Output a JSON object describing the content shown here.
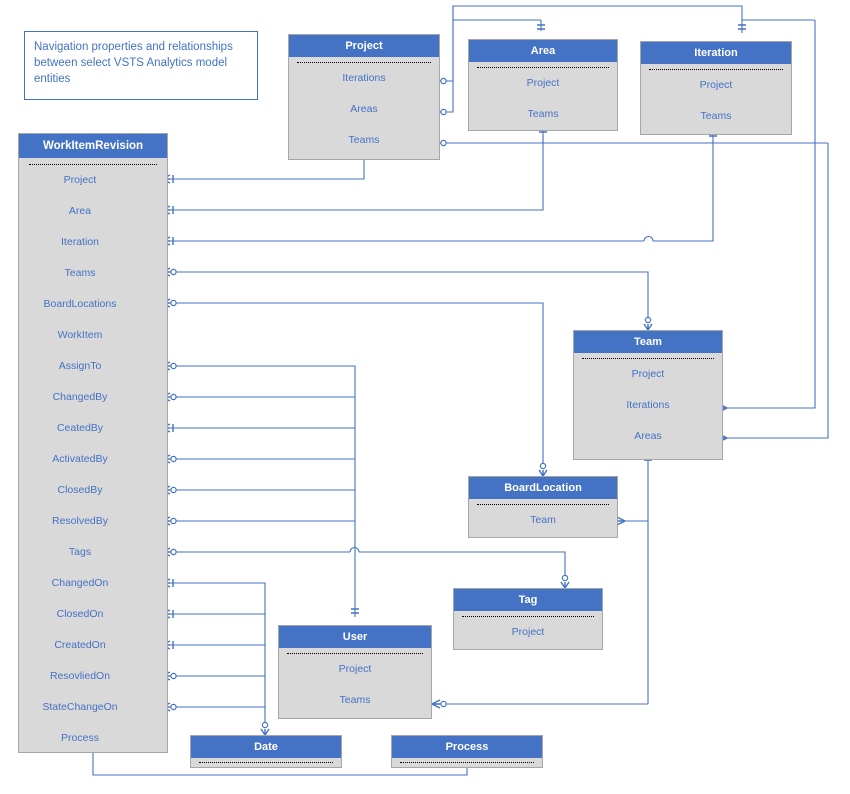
{
  "diagram": {
    "title_note": "Navigation properties and relationships between select VSTS Analytics model entities",
    "colors": {
      "header_fill": "#4472c4",
      "body_fill": "#d9d9d9",
      "text": "#4472c4",
      "border": "#a6a6a6",
      "connector": "#4472c4",
      "note_border": "#4472c4"
    }
  },
  "entities": {
    "work_item_revision": {
      "name": "WorkItemRevision",
      "fields": [
        "Project",
        "Area",
        "Iteration",
        "Teams",
        "BoardLocations",
        "WorkItem",
        "AssignTo",
        "ChangedBy",
        "CeatedBy",
        "ActivatedBy",
        "ClosedBy",
        "ResolvedBy",
        "Tags",
        "ChangedOn",
        "ClosedOn",
        "CreatedOn",
        "ResovliedOn",
        "StateChangeOn",
        "Process"
      ]
    },
    "project": {
      "name": "Project",
      "fields": [
        "Iterations",
        "Areas",
        "Teams"
      ]
    },
    "area": {
      "name": "Area",
      "fields": [
        "Project",
        "Teams"
      ]
    },
    "iteration": {
      "name": "Iteration",
      "fields": [
        "Project",
        "Teams"
      ]
    },
    "team": {
      "name": "Team",
      "fields": [
        "Project",
        "Iterations",
        "Areas"
      ]
    },
    "board_location": {
      "name": "BoardLocation",
      "fields": [
        "Team"
      ]
    },
    "tag": {
      "name": "Tag",
      "fields": [
        "Project"
      ]
    },
    "user": {
      "name": "User",
      "fields": [
        "Project",
        "Teams"
      ]
    },
    "date": {
      "name": "Date",
      "fields": []
    },
    "process": {
      "name": "Process",
      "fields": []
    }
  },
  "relationships": [
    {
      "from": "WorkItemRevision.Project",
      "to": "Project",
      "cardinality": "many-to-one"
    },
    {
      "from": "WorkItemRevision.Area",
      "to": "Area",
      "cardinality": "many-to-one"
    },
    {
      "from": "WorkItemRevision.Iteration",
      "to": "Iteration",
      "cardinality": "many-to-one"
    },
    {
      "from": "WorkItemRevision.Teams",
      "to": "Team",
      "cardinality": "many-to-zero-or-many"
    },
    {
      "from": "WorkItemRevision.BoardLocations",
      "to": "BoardLocation",
      "cardinality": "many-to-zero-or-many"
    },
    {
      "from": "WorkItemRevision.AssignTo",
      "to": "User",
      "cardinality": "many-to-zero-or-one"
    },
    {
      "from": "WorkItemRevision.ChangedBy",
      "to": "User",
      "cardinality": "many-to-zero-or-one"
    },
    {
      "from": "WorkItemRevision.CeatedBy",
      "to": "User",
      "cardinality": "many-to-one"
    },
    {
      "from": "WorkItemRevision.ActivatedBy",
      "to": "User",
      "cardinality": "many-to-zero-or-one"
    },
    {
      "from": "WorkItemRevision.ClosedBy",
      "to": "User",
      "cardinality": "many-to-zero-or-one"
    },
    {
      "from": "WorkItemRevision.ResolvedBy",
      "to": "User",
      "cardinality": "many-to-zero-or-one"
    },
    {
      "from": "WorkItemRevision.Tags",
      "to": "Tag",
      "cardinality": "many-to-zero-or-many"
    },
    {
      "from": "WorkItemRevision.ChangedOn",
      "to": "Date",
      "cardinality": "many-to-one"
    },
    {
      "from": "WorkItemRevision.ClosedOn",
      "to": "Date",
      "cardinality": "many-to-one"
    },
    {
      "from": "WorkItemRevision.CreatedOn",
      "to": "Date",
      "cardinality": "many-to-one"
    },
    {
      "from": "WorkItemRevision.ResovliedOn",
      "to": "Date",
      "cardinality": "many-to-zero-or-one"
    },
    {
      "from": "WorkItemRevision.StateChangeOn",
      "to": "Date",
      "cardinality": "many-to-zero-or-one"
    },
    {
      "from": "WorkItemRevision.Process",
      "to": "Process",
      "cardinality": "many-to-one"
    },
    {
      "from": "Project.Iterations",
      "to": "Iteration",
      "cardinality": "one-to-zero-or-many"
    },
    {
      "from": "Project.Areas",
      "to": "Area",
      "cardinality": "one-to-zero-or-many"
    },
    {
      "from": "Project.Teams",
      "to": "Team",
      "cardinality": "one-to-zero-or-many"
    },
    {
      "from": "Area.Teams",
      "to": "Team",
      "cardinality": "many-to-many"
    },
    {
      "from": "Iteration.Teams",
      "to": "Team",
      "cardinality": "many-to-many"
    },
    {
      "from": "Team.Iterations",
      "to": "Iteration",
      "cardinality": "many-to-zero-or-many"
    },
    {
      "from": "Team.Areas",
      "to": "Area",
      "cardinality": "many-to-zero-or-many"
    },
    {
      "from": "BoardLocation.Team",
      "to": "Team",
      "cardinality": "many-to-one"
    },
    {
      "from": "User.Teams",
      "to": "Team",
      "cardinality": "many-to-zero-or-many"
    }
  ]
}
